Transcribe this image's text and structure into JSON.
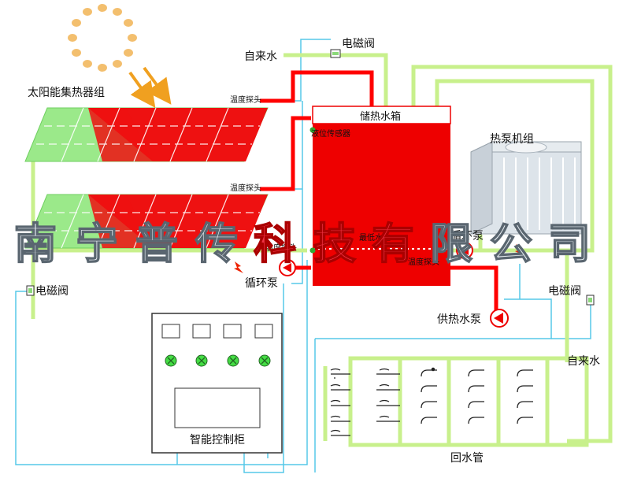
{
  "labels": {
    "collector_group": "太阳能集热器组",
    "tap_water_top": "自来水",
    "solenoid_valve_top": "电磁阀",
    "temp_probe_1": "温度探头",
    "temp_probe_2": "温度探头",
    "temp_probe_tank": "温度探头",
    "temp_probe_tank_right": "温度探头",
    "storage_tank": "储热水箱",
    "level_sensor": "液位传感器",
    "water_level": "最低水位",
    "heat_pump": "热泵机组",
    "circ_pump_left": "循环泵",
    "circ_pump_right": "循环泵",
    "solenoid_valve_left": "电磁阀",
    "solenoid_valve_right": "电磁阀",
    "supply_pump": "供热水泵",
    "tap_water_right": "自来水",
    "control_cabinet": "智能控制柜",
    "return_pipe": "回水管"
  },
  "watermark": [
    "南",
    "宁",
    "普",
    "传",
    "科",
    "技",
    "有",
    "限",
    "公",
    "司"
  ],
  "colors": {
    "hot_pipe": "#ff0000",
    "cold_pipe": "#c8f08c",
    "signal_wire": "#56c8e8",
    "panel_red": "#ee1111",
    "panel_green": "#9be98a",
    "tank_red": "#ee0000",
    "sun": "#f0a020"
  }
}
